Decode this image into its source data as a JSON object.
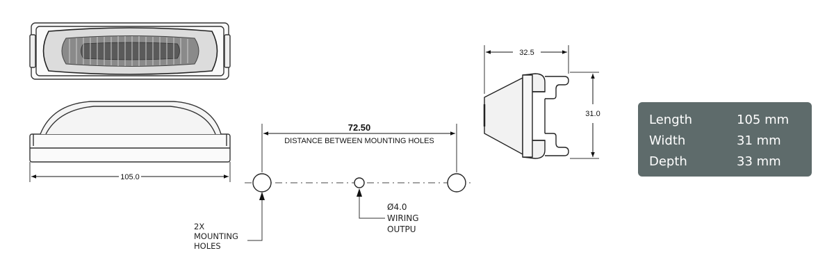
{
  "dimensions": {
    "overall_length": "105.0",
    "hole_spacing": "72.50",
    "hole_spacing_caption": "DISTANCE BETWEEN MOUNTING HOLES",
    "depth": "32.5",
    "width": "31.0"
  },
  "callouts": {
    "mounting_holes": [
      "2X",
      "MOUNTING",
      "HOLES"
    ],
    "wiring": [
      "Ø4.0",
      "WIRING",
      "OUTPU"
    ]
  },
  "specs": [
    {
      "label": "Length",
      "value": "105 mm"
    },
    {
      "label": "Width",
      "value": "31 mm"
    },
    {
      "label": "Depth",
      "value": "33 mm"
    }
  ],
  "colors": {
    "spec_box_bg": "#5e6b6b",
    "line": "#333333"
  }
}
